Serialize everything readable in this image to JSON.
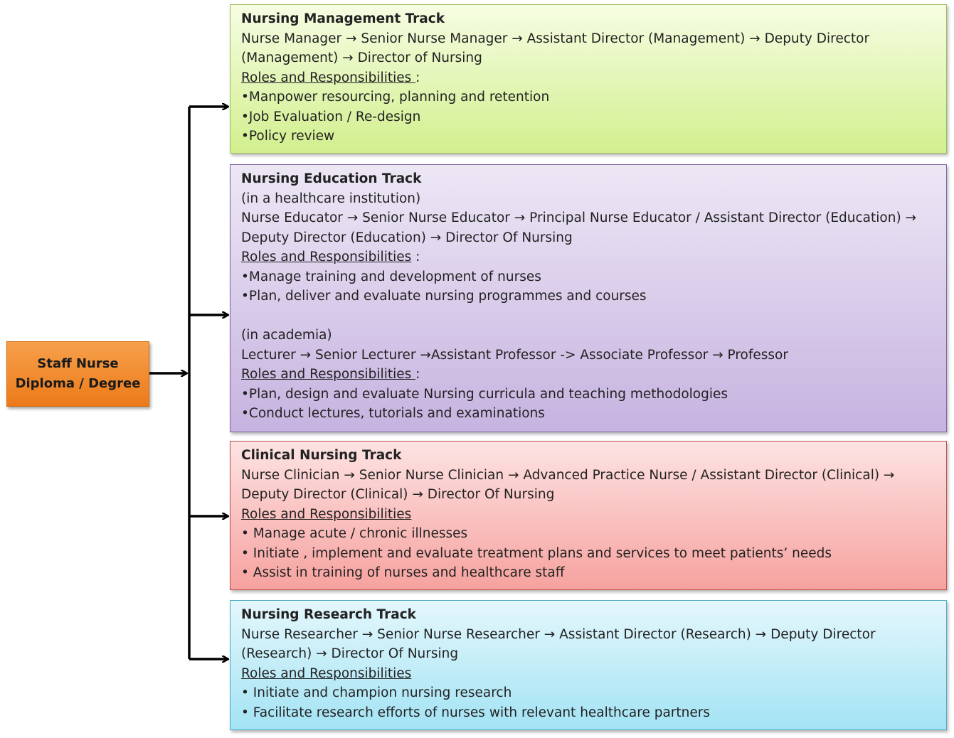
{
  "root": {
    "line1": "Staff Nurse",
    "line2": "Diploma / Degree"
  },
  "tracks": [
    {
      "id": "management",
      "title": "Nursing Management Track",
      "lines": [
        "Nurse Manager  → Senior Nurse Manager → Assistant Director (Management) → Deputy Director",
        "(Management) → Director of  Nursing"
      ],
      "roles_label": "Roles and Responsibilities ",
      "roles_suffix": ":",
      "bullets": [
        "•Manpower resourcing, planning and retention",
        "•Job Evaluation / Re-design",
        "•Policy review"
      ]
    },
    {
      "id": "education",
      "title": "Nursing Education Track",
      "sub1": "(in a healthcare institution)",
      "lines": [
        "Nurse Educator → Senior Nurse Educator → Principal Nurse Educator / Assistant Director (Education) →",
        "Deputy Director (Education) → Director Of  Nursing"
      ],
      "roles_label": "Roles and Responsibilities",
      "roles_suffix": " :",
      "bullets": [
        "•Manage training and development of nurses",
        "•Plan, deliver and evaluate nursing programmes and courses"
      ],
      "sub2": "(in academia)",
      "lines2": [
        "Lecturer → Senior Lecturer →Assistant Professor ->  Associate Professor → Professor"
      ],
      "roles_label2": "Roles and Responsibilities ",
      "roles_suffix2": ":",
      "bullets2": [
        "•Plan, design and evaluate Nursing curricula and teaching methodologies",
        "•Conduct lectures, tutorials and examinations"
      ]
    },
    {
      "id": "clinical",
      "title": "Clinical Nursing Track",
      "lines": [
        "Nurse Clinician → Senior Nurse Clinician → Advanced Practice Nurse / Assistant Director (Clinical) →",
        "Deputy Director (Clinical) → Director Of  Nursing"
      ],
      "roles_label": "Roles and Responsibilities",
      "roles_suffix": "",
      "bullets": [
        "• Manage acute / chronic illnesses",
        "• Initiate , implement and evaluate treatment plans and services to meet patients’ needs",
        "• Assist in training of nurses and healthcare staff"
      ]
    },
    {
      "id": "research",
      "title": "Nursing Research Track",
      "lines": [
        "Nurse Researcher → Senior Nurse Researcher → Assistant Director (Research) → Deputy Director",
        "(Research) → Director Of  Nursing"
      ],
      "roles_label": "Roles and Responsibilities",
      "roles_suffix": "",
      "bullets": [
        "• Initiate and champion nursing research",
        "• Facilitate research efforts of nurses with relevant healthcare partners"
      ]
    }
  ],
  "colors": {
    "management": "#d2ef8e",
    "education": "#c6b3e0",
    "clinical": "#f6a29f",
    "research": "#a3e3f4",
    "root": "#ec7a1a"
  }
}
